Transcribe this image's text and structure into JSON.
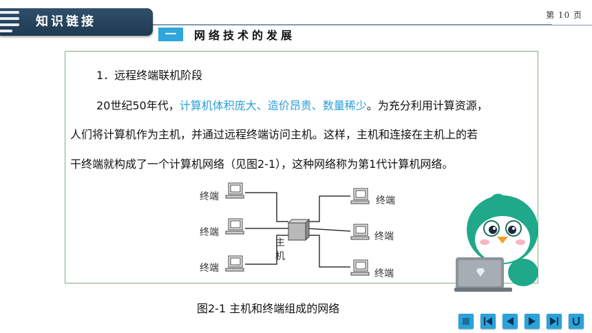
{
  "header": {
    "section_title": "知识链接",
    "page_number": "第 10 页"
  },
  "subheader": {
    "tag": "一",
    "title": "网络技术的发展"
  },
  "content": {
    "heading": "1．远程终端联机阶段",
    "para_prefix": "20世纪50年代，",
    "para_highlight": "计算机体积庞大、造价昂贵、数量稀少",
    "para_suffix": "。为充分利用计算资源，",
    "line2": "人们将计算机作为主机，并通过远程终端访问主机。这样，主机和连接在主机上的若",
    "line3": "干终端就构成了一个计算机网络（见图2-1），这种网络称为第1代计算机网络。"
  },
  "diagram": {
    "terminal_label": "终端",
    "host_label_1": "主",
    "host_label_2": "机"
  },
  "caption": "图2-1  主机和终端组成的网络",
  "colors": {
    "header_bar": "#2f4f6a",
    "accent": "#2fa7dc",
    "highlight_text": "#2ba0dc",
    "panel_border": "#7fae7f",
    "nav_button": "#2aa3d9"
  },
  "nav": {
    "buttons": [
      "home-icon",
      "first-page-icon",
      "prev-page-icon",
      "next-page-icon",
      "last-page-icon",
      "return-icon"
    ]
  }
}
